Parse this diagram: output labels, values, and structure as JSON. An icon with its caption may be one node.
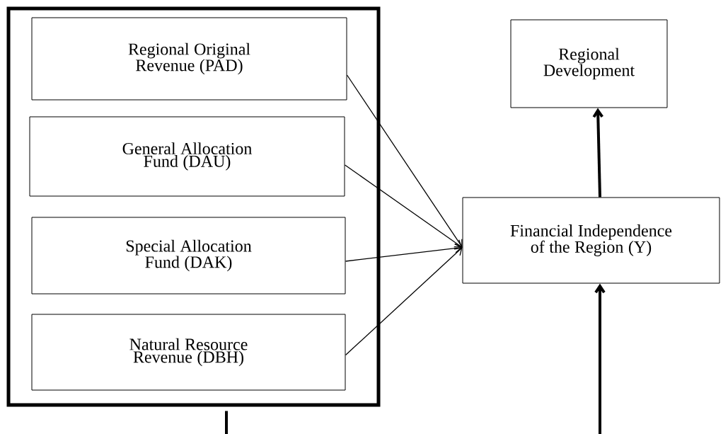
{
  "diagram": {
    "nodes": [
      {
        "text": [],
        "shape": "box"
      },
      {
        "text": [
          "Regional Original Revenue (PAD)"
        ],
        "in": 0
      },
      {
        "text": [
          "General Allocation Fund (DAU)"
        ],
        "in": 0
      },
      {
        "text": [
          "Special Allocation Fund (DAK)"
        ],
        "in": 0
      },
      {
        "text": [
          "Natural Resource Revenue (DBH)"
        ],
        "in": 0
      },
      {
        "text": [
          "Regional Development"
        ]
      },
      {
        "text": [
          "Financial Independence of the Region (Y)"
        ]
      }
    ],
    "edges": [
      {
        "from": 1,
        "to": 6,
        "arrow": "to"
      },
      {
        "from": 2,
        "to": 6,
        "arrow": "to"
      },
      {
        "from": 3,
        "to": 6,
        "arrow": "to"
      },
      {
        "from": 4,
        "to": 6,
        "arrow": "to"
      },
      {
        "from": 6,
        "to": 5,
        "arrow": "to",
        "style": "thick"
      },
      {
        "from": null,
        "to": 6,
        "arrow": "to",
        "style": "thick"
      },
      {
        "from": 0,
        "to": null,
        "arrow": "none",
        "style": "thick"
      }
    ]
  }
}
